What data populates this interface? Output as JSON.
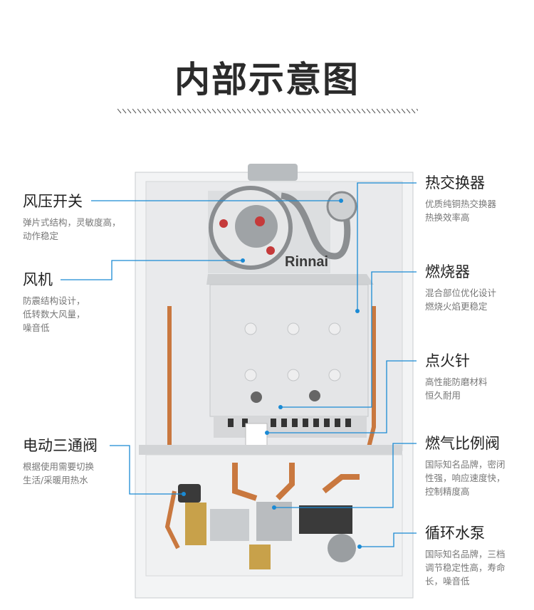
{
  "title": "内部示意图",
  "brand": "Rinnai",
  "colors": {
    "leader": "#1a8ad4",
    "title": "#2b2b2b"
  },
  "left_labels": [
    {
      "name": "风压开关",
      "desc": [
        "弹片式结构，灵敏度高，",
        "动作稳定"
      ]
    },
    {
      "name": "风机",
      "desc": [
        "防震结构设计，",
        "低转数大风量，",
        "噪音低"
      ]
    },
    {
      "name": "电动三通阀",
      "desc": [
        "根据使用需要切换",
        "生活/采暖用热水"
      ]
    }
  ],
  "right_labels": [
    {
      "name": "热交换器",
      "desc": [
        "优质纯铜热交换器",
        "热换效率高"
      ]
    },
    {
      "name": "燃烧器",
      "desc": [
        "混合部位优化设计",
        "燃烧火焰更稳定"
      ]
    },
    {
      "name": "点火针",
      "desc": [
        "高性能防磨材料",
        "恒久耐用"
      ]
    },
    {
      "name": "燃气比例阀",
      "desc": [
        "国际知名品牌，密闭",
        "性强，响应速度快，",
        "控制精度高"
      ]
    },
    {
      "name": "循环水泵",
      "desc": [
        "国际知名品牌，三档",
        "调节稳定性高，寿命",
        "长，噪音低"
      ]
    }
  ]
}
